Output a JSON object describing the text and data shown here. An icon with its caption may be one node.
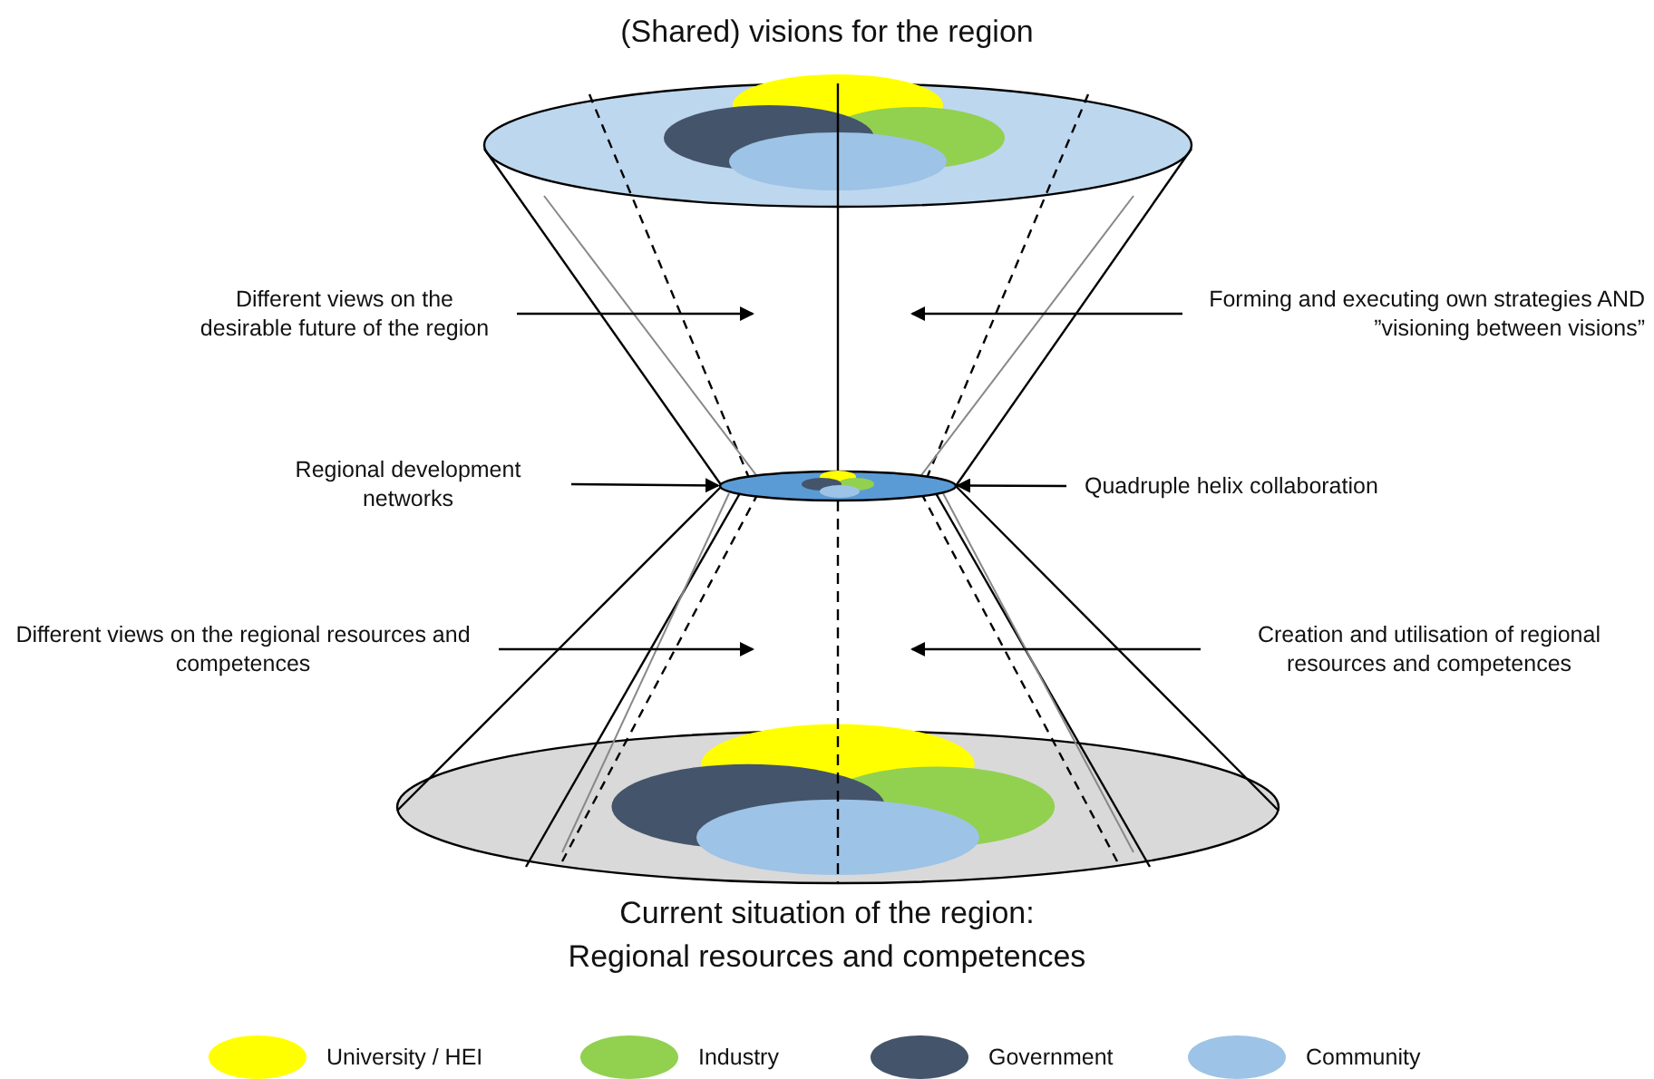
{
  "diagram": {
    "title": "(Shared) visions for the region",
    "caption": "Current situation of the region: Regional resources and competences",
    "nodes": [
      {
        "text": [
          "Different views on the desirable future of the region"
        ]
      },
      {
        "text": [
          "Forming and executing own strategies AND ”visioning between visions”"
        ]
      },
      {
        "text": [
          "Regional development networks"
        ]
      },
      {
        "text": [],
        "shape": "circle"
      },
      {
        "text": [
          "Quadruple helix collaboration"
        ]
      },
      {
        "text": [
          "Different views on the regional resources and competences"
        ]
      },
      {
        "text": [
          "Creation and utilisation of regional resources and competences"
        ]
      }
    ],
    "edges": [
      {
        "from": 0,
        "to": null,
        "arrow": "to"
      },
      {
        "from": 1,
        "to": null,
        "arrow": "to"
      },
      {
        "from": 2,
        "to": 3,
        "arrow": "to"
      },
      {
        "from": 4,
        "to": 3,
        "arrow": "to"
      },
      {
        "from": 5,
        "to": null,
        "arrow": "to"
      },
      {
        "from": 6,
        "to": null,
        "arrow": "to"
      }
    ],
    "legend": [
      {
        "text": "University / HEI",
        "color": "#ffff00"
      },
      {
        "text": "Industry",
        "color": "#92d050"
      },
      {
        "text": "Government",
        "color": "#44546a"
      },
      {
        "text": "Community",
        "color": "#9dc3e6"
      }
    ]
  }
}
